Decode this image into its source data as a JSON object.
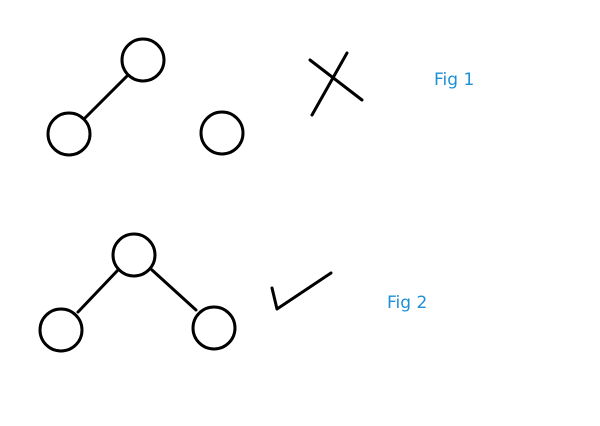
{
  "colors": {
    "stroke": "#000000",
    "label": "#1e90d6",
    "background": "#ffffff"
  },
  "figures": [
    {
      "label": "Fig 1",
      "verdict_mark": "cross-mark"
    },
    {
      "label": "Fig 2",
      "verdict_mark": "check-mark"
    }
  ]
}
